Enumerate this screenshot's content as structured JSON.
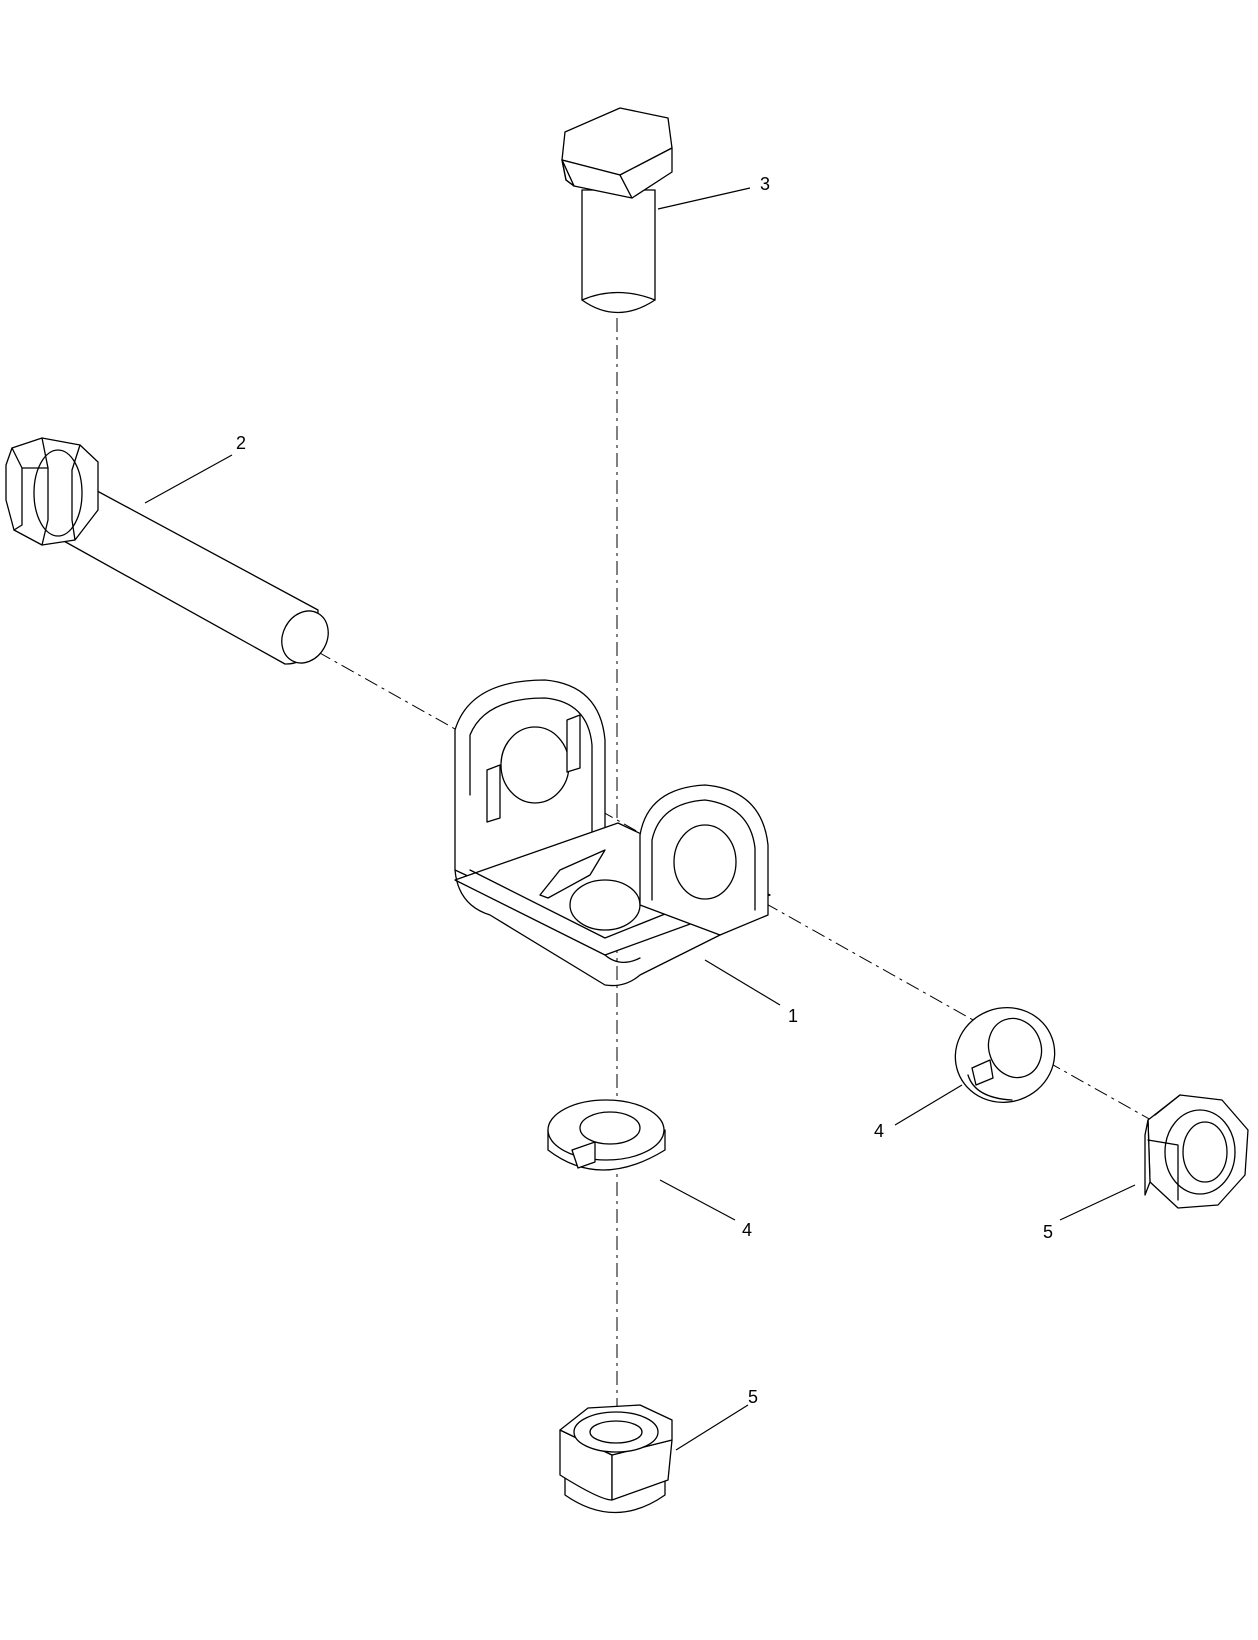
{
  "diagram": {
    "type": "exploded-parts-view",
    "colors": {
      "line": "#000000",
      "background": "#ffffff"
    },
    "callouts": [
      {
        "id": "bracket",
        "label": "1"
      },
      {
        "id": "long-bolt",
        "label": "2"
      },
      {
        "id": "short-bolt",
        "label": "3"
      },
      {
        "id": "lock-washer-right",
        "label": "4"
      },
      {
        "id": "lock-washer-bottom",
        "label": "4"
      },
      {
        "id": "lock-nut-right",
        "label": "5"
      },
      {
        "id": "lock-nut-bottom",
        "label": "5"
      }
    ]
  }
}
